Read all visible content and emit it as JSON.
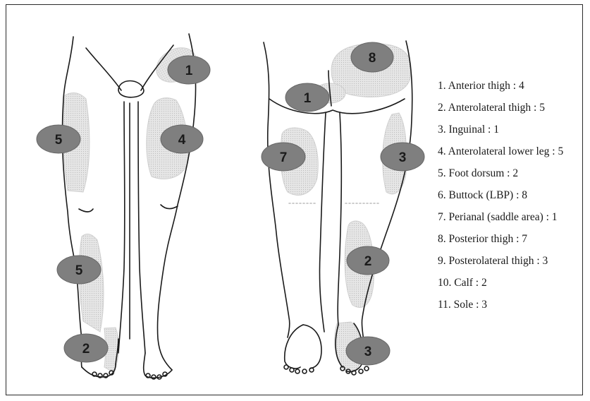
{
  "badges": {
    "front_inguinal": "1",
    "front_left_thigh": "5",
    "front_right_thigh": "4",
    "front_lower_leg": "5",
    "front_foot": "2",
    "back_buttock_top": "8",
    "back_perianal": "1",
    "back_thigh": "7",
    "back_lateral_thigh": "3",
    "back_calf": "2",
    "back_sole": "3"
  },
  "legend": [
    "1. Anterior thigh : 4",
    "2. Anterolateral thigh : 5",
    "3. Inguinal : 1",
    "4. Anterolateral lower leg : 5",
    "5. Foot dorsum : 2",
    "6. Buttock (LBP) : 8",
    "7. Perianal (saddle area) : 1",
    "8. Posterior thigh : 7",
    "9. Posterolateral thigh : 3",
    "10. Calf : 2",
    "11. Sole : 3"
  ],
  "colors": {
    "badge_fill": "#7f7f7f",
    "shade_fill": "#dcdcdc",
    "outline": "#1a1a1a"
  }
}
